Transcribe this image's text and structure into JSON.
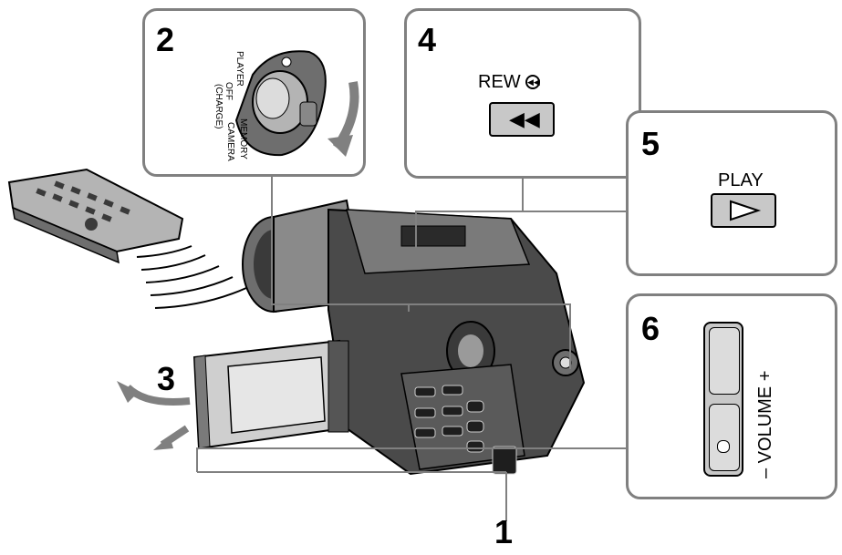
{
  "steps": {
    "s1": "1",
    "s2": "2",
    "s3": "3",
    "s4": "4",
    "s5": "5",
    "s6": "6"
  },
  "switch": {
    "player": "PLAYER",
    "off": "OFF",
    "charge": "(CHARGE)",
    "memory": "MEMORY",
    "camera": "CAMERA"
  },
  "rew_label": "REW",
  "play_label": "PLAY",
  "volume_label": "– VOLUME +",
  "colors": {
    "panel_border": "#808080",
    "button_fill": "#c8c8c8",
    "device_dark": "#3a3a3a",
    "device_mid": "#6e6e6e",
    "device_light": "#b4b4b4"
  }
}
